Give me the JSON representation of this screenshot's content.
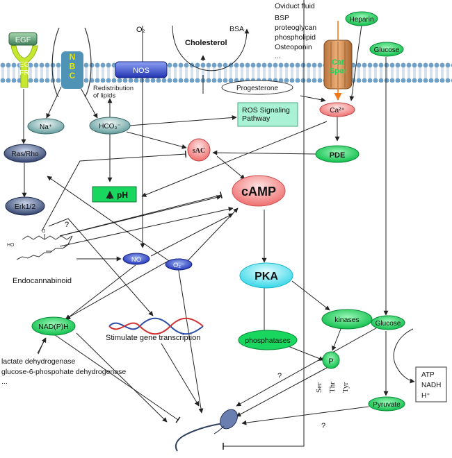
{
  "colors": {
    "membrane_head": "#6fa0c8",
    "green": "#19d65f",
    "blue_node": "#2f4f9f",
    "sac_fill": "#f6b3b3",
    "camp_fill": "#f07a7a",
    "pka_fill": "#69e7f3"
  },
  "membrane": {
    "egf": "EGF",
    "egfr": "EG\nFR",
    "nbc": "N\nB\nC",
    "nos": "NOS",
    "catsper": "Cat\nSper",
    "redistribution": "Redistribution\nof lipids"
  },
  "top": {
    "o2": "O₂",
    "bsa": "BSA",
    "cholesterol": "Cholesterol",
    "oviduct_fluid": "Oviduct fluid",
    "oviduct_items": [
      "BSP",
      "proteoglycan",
      "phospholipid",
      "Osteoponin",
      "..."
    ],
    "heparin": "Heparin",
    "glucose_top": "Glucose"
  },
  "nodes": {
    "na": "Na⁺",
    "hco3": "HCO₃⁻",
    "progesterone": "Progesterone",
    "ca": "Ca²⁺",
    "ros": "ROS Signaling\nPathway",
    "ras_rho": "Ras/Rho",
    "sac": "sAC",
    "pde": "PDE",
    "ph": "pH",
    "camp": "cAMP",
    "erk": "Erk1/2",
    "question1": "?",
    "no": "NO",
    "o2_minus": "O₂⁻",
    "endocannabinoid": "Endocannabinoid",
    "pka": "PKA",
    "kinases": "kinases",
    "glucose_mid": "Glucose",
    "nadph": "NAD(P)H",
    "stimulate": "Stimulate gene transcription",
    "phosphatases": "phosphatases",
    "p": "P",
    "residues": [
      "Ser",
      "Thr",
      "Tyr"
    ],
    "pyruvate": "Pyruvate",
    "question2": "?",
    "question3": "?",
    "enzymes": [
      "lactate dehydrogenase",
      "glucose-6-phospohate dehydrogenase",
      "..."
    ],
    "atp_box": [
      "ATP",
      "NADH",
      "H⁺"
    ]
  }
}
